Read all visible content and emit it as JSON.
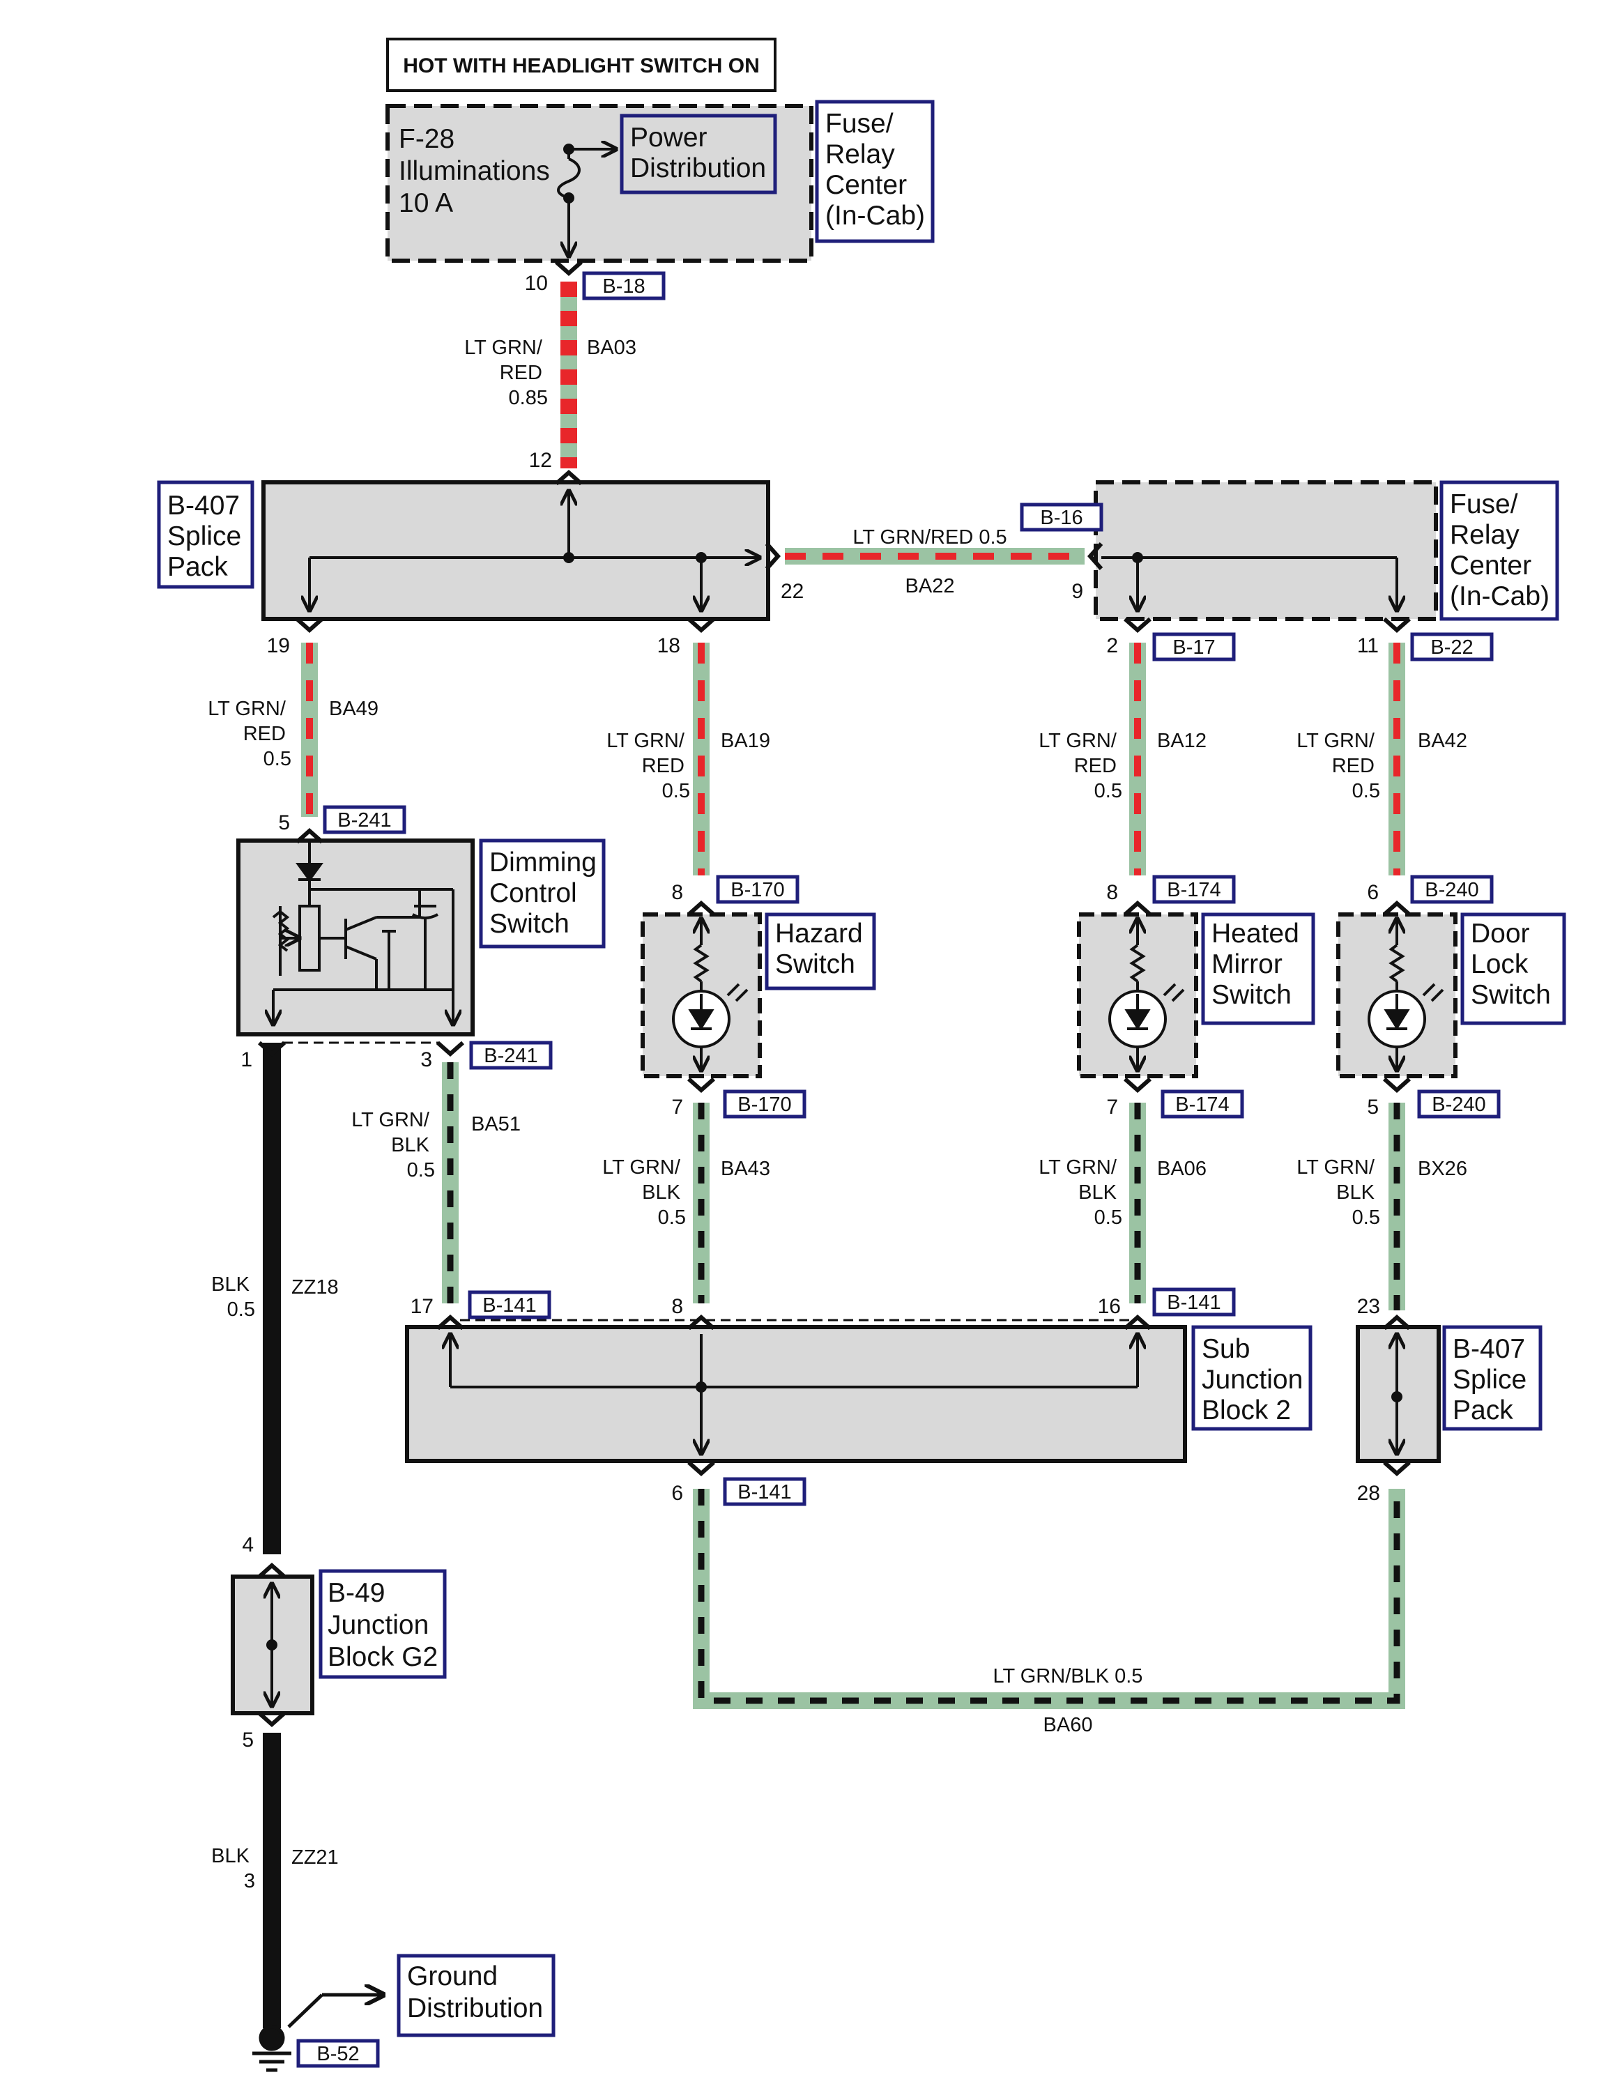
{
  "header": {
    "title": "HOT WITH HEADLIGHT SWITCH ON"
  },
  "components": {
    "fuse_box_top": {
      "fuse_lines": [
        "F-28",
        "Illuminations",
        "10 A"
      ],
      "power_distribution_lines": [
        "Power",
        "Distribution"
      ],
      "label_lines": [
        "Fuse/",
        "Relay",
        "Center",
        "(In-Cab)"
      ]
    },
    "splice_pack_left": {
      "label_lines": [
        "B-407",
        "Splice",
        "Pack"
      ]
    },
    "fuse_box_right": {
      "label_lines": [
        "Fuse/",
        "Relay",
        "Center",
        "(In-Cab)"
      ]
    },
    "dimming_control_switch": {
      "label_lines": [
        "Dimming",
        "Control",
        "Switch"
      ]
    },
    "hazard_switch": {
      "label_lines": [
        "Hazard",
        "Switch"
      ]
    },
    "heated_mirror_switch": {
      "label_lines": [
        "Heated",
        "Mirror",
        "Switch"
      ]
    },
    "door_lock_switch": {
      "label_lines": [
        "Door",
        "Lock",
        "Switch"
      ]
    },
    "sub_junction_block": {
      "label_lines": [
        "Sub",
        "Junction",
        "Block 2"
      ]
    },
    "splice_pack_right": {
      "label_lines": [
        "B-407",
        "Splice",
        "Pack"
      ]
    },
    "junction_block_g2": {
      "label_lines": [
        "B-49",
        "Junction",
        "Block G2"
      ]
    },
    "ground_distribution": {
      "label_lines": [
        "Ground",
        "Distribution"
      ]
    }
  },
  "connectors": {
    "b18": "B-18",
    "b16": "B-16",
    "b17": "B-17",
    "b22": "B-22",
    "b241_top": "B-241",
    "b241_bot": "B-241",
    "b170_top": "B-170",
    "b170_bot": "B-170",
    "b174_top": "B-174",
    "b174_bot": "B-174",
    "b240_top": "B-240",
    "b240_bot": "B-240",
    "b141_a": "B-141",
    "b141_b": "B-141",
    "b141_c": "B-141",
    "b52": "B-52"
  },
  "pins": {
    "p10": "10",
    "p12": "12",
    "p22": "22",
    "p9": "9",
    "p19": "19",
    "p18": "18",
    "p2": "2",
    "p11": "11",
    "p5_dim": "5",
    "p8_haz": "8",
    "p8_mir": "8",
    "p6_door": "6",
    "p1_dim": "1",
    "p3_dim": "3",
    "p7_haz": "7",
    "p7_mir": "7",
    "p5_door": "5",
    "p17_sub": "17",
    "p8_sub": "8",
    "p16_sub": "16",
    "p23_spl": "23",
    "p6_sub": "6",
    "p28_spl": "28",
    "p4_jb": "4",
    "p5_jb": "5"
  },
  "wires": {
    "ba03": {
      "color_lines": [
        "LT GRN/",
        "RED",
        "0.85"
      ],
      "circuit": "BA03"
    },
    "ba22": {
      "color": "LT GRN/RED 0.5",
      "circuit": "BA22"
    },
    "ba49": {
      "color_lines": [
        "LT GRN/",
        "RED",
        "0.5"
      ],
      "circuit": "BA49"
    },
    "ba19": {
      "color_lines": [
        "LT GRN/",
        "RED",
        "0.5"
      ],
      "circuit": "BA19"
    },
    "ba12": {
      "color_lines": [
        "LT GRN/",
        "RED",
        "0.5"
      ],
      "circuit": "BA12"
    },
    "ba42": {
      "color_lines": [
        "LT GRN/",
        "RED",
        "0.5"
      ],
      "circuit": "BA42"
    },
    "ba51": {
      "color_lines": [
        "LT GRN/",
        "BLK",
        "0.5"
      ],
      "circuit": "BA51"
    },
    "ba43": {
      "color_lines": [
        "LT GRN/",
        "BLK",
        "0.5"
      ],
      "circuit": "BA43"
    },
    "ba06": {
      "color_lines": [
        "LT GRN/",
        "BLK",
        "0.5"
      ],
      "circuit": "BA06"
    },
    "bx26": {
      "color_lines": [
        "LT GRN/",
        "BLK",
        "0.5"
      ],
      "circuit": "BX26"
    },
    "zz18": {
      "color_lines": [
        "BLK",
        "0.5"
      ],
      "circuit": "ZZ18"
    },
    "zz21": {
      "color_lines": [
        "BLK",
        "3"
      ],
      "circuit": "ZZ21"
    },
    "ba60": {
      "color": "LT GRN/BLK 0.5",
      "circuit": "BA60"
    }
  },
  "colors": {
    "wire_green": "#9bc3a3",
    "stripe_red": "#e8262a",
    "stripe_black": "#111111",
    "box_fill": "#d9d9d9",
    "label_border": "#1f1f7a"
  }
}
